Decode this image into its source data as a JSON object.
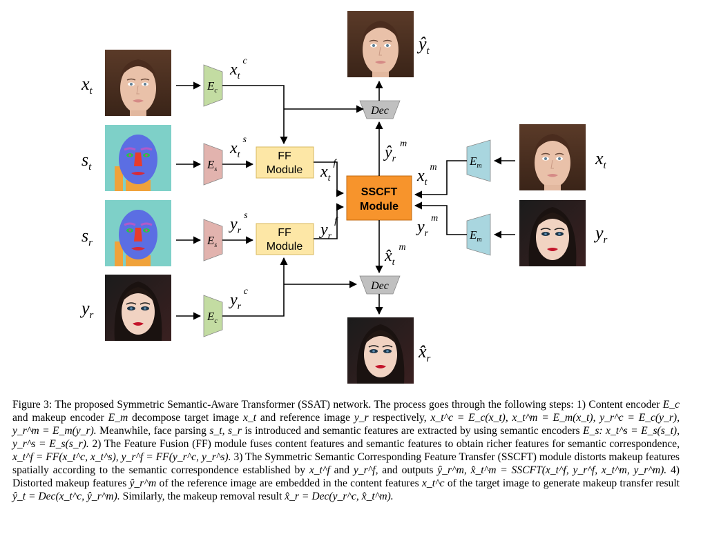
{
  "diagram": {
    "inputs_left": [
      {
        "var": "x",
        "sub": "t"
      },
      {
        "var": "s",
        "sub": "t"
      },
      {
        "var": "s",
        "sub": "r"
      },
      {
        "var": "y",
        "sub": "r"
      }
    ],
    "inputs_right": [
      {
        "var": "x",
        "sub": "t"
      },
      {
        "var": "y",
        "sub": "r"
      }
    ],
    "encoders": {
      "content_top": {
        "var": "E",
        "sub": "c"
      },
      "semantic_top": {
        "var": "E",
        "sub": "s"
      },
      "semantic_bottom": {
        "var": "E",
        "sub": "s"
      },
      "content_bottom": {
        "var": "E",
        "sub": "c"
      },
      "makeup_top": {
        "var": "E",
        "sub": "m"
      },
      "makeup_bottom": {
        "var": "E",
        "sub": "m"
      }
    },
    "features": {
      "xtc": {
        "var": "x",
        "sub": "t",
        "sup": "c"
      },
      "xts": {
        "var": "x",
        "sub": "t",
        "sup": "s"
      },
      "yrs": {
        "var": "y",
        "sub": "r",
        "sup": "s"
      },
      "yrc": {
        "var": "y",
        "sub": "r",
        "sup": "c"
      },
      "xtf": {
        "var": "x",
        "sub": "t",
        "sup": "f"
      },
      "yrf": {
        "var": "y",
        "sub": "r",
        "sup": "f"
      },
      "xtm": {
        "var": "x",
        "sub": "t",
        "sup": "m"
      },
      "yrm": {
        "var": "y",
        "sub": "r",
        "sup": "m"
      },
      "yhat_rm": {
        "var": "ŷ",
        "sub": "r",
        "sup": "m"
      },
      "xhat_tm": {
        "var": "x̂",
        "sub": "t",
        "sup": "m"
      }
    },
    "ff_module_label": [
      "FF",
      "Module"
    ],
    "sscft_label": [
      "SSCFT",
      "Module"
    ],
    "decoder_label": "Dec",
    "outputs": {
      "top": {
        "var": "ŷ",
        "sub": "t"
      },
      "bottom": {
        "var": "x̂",
        "sub": "r"
      }
    },
    "colors": {
      "content_encoder": "#c3dca2",
      "semantic_encoder": "#e2b3ae",
      "makeup_encoder": "#a9d6df",
      "ff_module": "#fde7a6",
      "sscft": "#f7942c",
      "decoder": "#c0c0c0",
      "parsing_bg": "#7ed0c8",
      "parsing_face": "#5b6ee3"
    }
  },
  "caption": {
    "figure_label": "Figure 3:",
    "title": "The proposed Symmetric Semantic-Aware Transformer (SSAT) network. The process goes through the following steps: 1) Content encoder",
    "s1": "and makeup encoder",
    "s2": "decompose target image",
    "s3": "and reference image",
    "s4": "respectively,",
    "s5": "Meanwhile, face parsing",
    "s6": "is introduced and semantic features are extracted by using semantic encoders",
    "s7": "2) The Feature Fusion (FF) module fuses content features and semantic features to obtain richer features for semantic correspondence,",
    "s8": "3) The Symmetric Semantic Corresponding Feature Transfer (SSCFT) module distorts makeup features spatially according to the semantic correspondence established by",
    "s9": "and",
    "s10": "and outputs",
    "s11": "4) Distorted makeup features",
    "s12": "of the reference image are embedded in the content features",
    "s13": "of the target image to generate makeup transfer result",
    "s14": "Similarly, the makeup removal result",
    "m_Ec": "E_c",
    "m_Em": "E_m",
    "m_xt": "x_t",
    "m_yr": "y_r",
    "m_eq1": "x_t^c = E_c(x_t), x_t^m = E_m(x_t), y_r^c = E_c(y_r), y_r^m = E_m(y_r).",
    "m_st_sr": "s_t, s_r",
    "m_Es_eq": "E_s: x_t^s = E_s(s_t), y_r^s = E_s(s_r).",
    "m_ff_eq": "x_t^f = FF(x_t^c, x_t^s), y_r^f = FF(y_r^c, y_r^s).",
    "m_xtf": "x_t^f",
    "m_yrf": "y_r^f,",
    "m_sscft_eq": "ŷ_r^m, x̂_t^m = SSCFT(x_t^f, y_r^f, x_t^m, y_r^m).",
    "m_yrm_hat": "ŷ_r^m",
    "m_xtc": "x_t^c",
    "m_dec1": "ŷ_t = Dec(x_t^c, ŷ_r^m).",
    "m_dec2": "x̂_r = Dec(y_r^c, x̂_t^m)."
  }
}
